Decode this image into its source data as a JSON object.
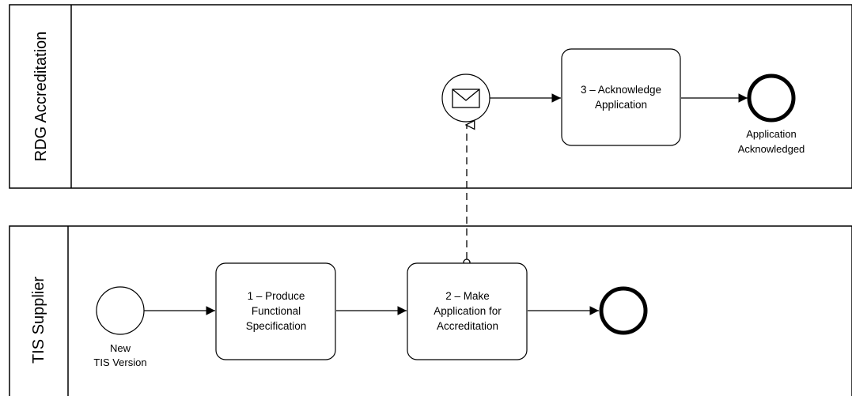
{
  "pools": [
    {
      "name": "RDG Accreditation"
    },
    {
      "name": "TIS Supplier"
    }
  ],
  "tasks": {
    "t1": [
      "1 – Produce",
      "Functional",
      "Specification"
    ],
    "t2": [
      "2 – Make",
      "Application for",
      "Accreditation"
    ],
    "t3": [
      "3 – Acknowledge",
      "Application"
    ]
  },
  "events": {
    "start": [
      "New",
      "TIS Version"
    ],
    "end_rdg": [
      "Application",
      "Acknowledged"
    ]
  },
  "icons": {
    "message_event": "envelope-icon"
  }
}
